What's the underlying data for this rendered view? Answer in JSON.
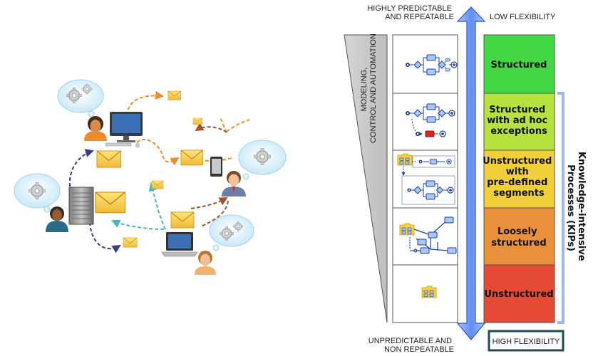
{
  "scale": {
    "top_left": [
      "HIGHLY PREDICTABLE",
      "AND REPEATABLE"
    ],
    "top_right": "LOW FLEXIBILITY",
    "bottom_left": [
      "UNPREDICTABLE AND",
      "NON REPEATABLE"
    ],
    "bottom_right": "HIGH FLEXIBILITY"
  },
  "modeling_label": [
    "MODELING,",
    "CONTROL AND AUTOMATION"
  ],
  "kips_label": [
    "Knowledge-intensive",
    "Processes (KIPs)"
  ],
  "categories": [
    {
      "lines": [
        "Structured"
      ],
      "color": "#44d744"
    },
    {
      "lines": [
        "Structured",
        "with ad hoc",
        "exceptions"
      ],
      "color": "#b5e23c"
    },
    {
      "lines": [
        "Unstructured",
        "with",
        "pre-defined",
        "segments"
      ],
      "color": "#f0cf3a"
    },
    {
      "lines": [
        "Loosely",
        "structured"
      ],
      "color": "#eb903a"
    },
    {
      "lines": [
        "Unstructured"
      ],
      "color": "#e54b34"
    }
  ],
  "icons": [
    "gear-icon",
    "envelope-icon",
    "person-icon",
    "computer-icon",
    "server-icon",
    "laptop-icon",
    "tablet-icon",
    "folder-icon",
    "bpmn-task-icon"
  ]
}
